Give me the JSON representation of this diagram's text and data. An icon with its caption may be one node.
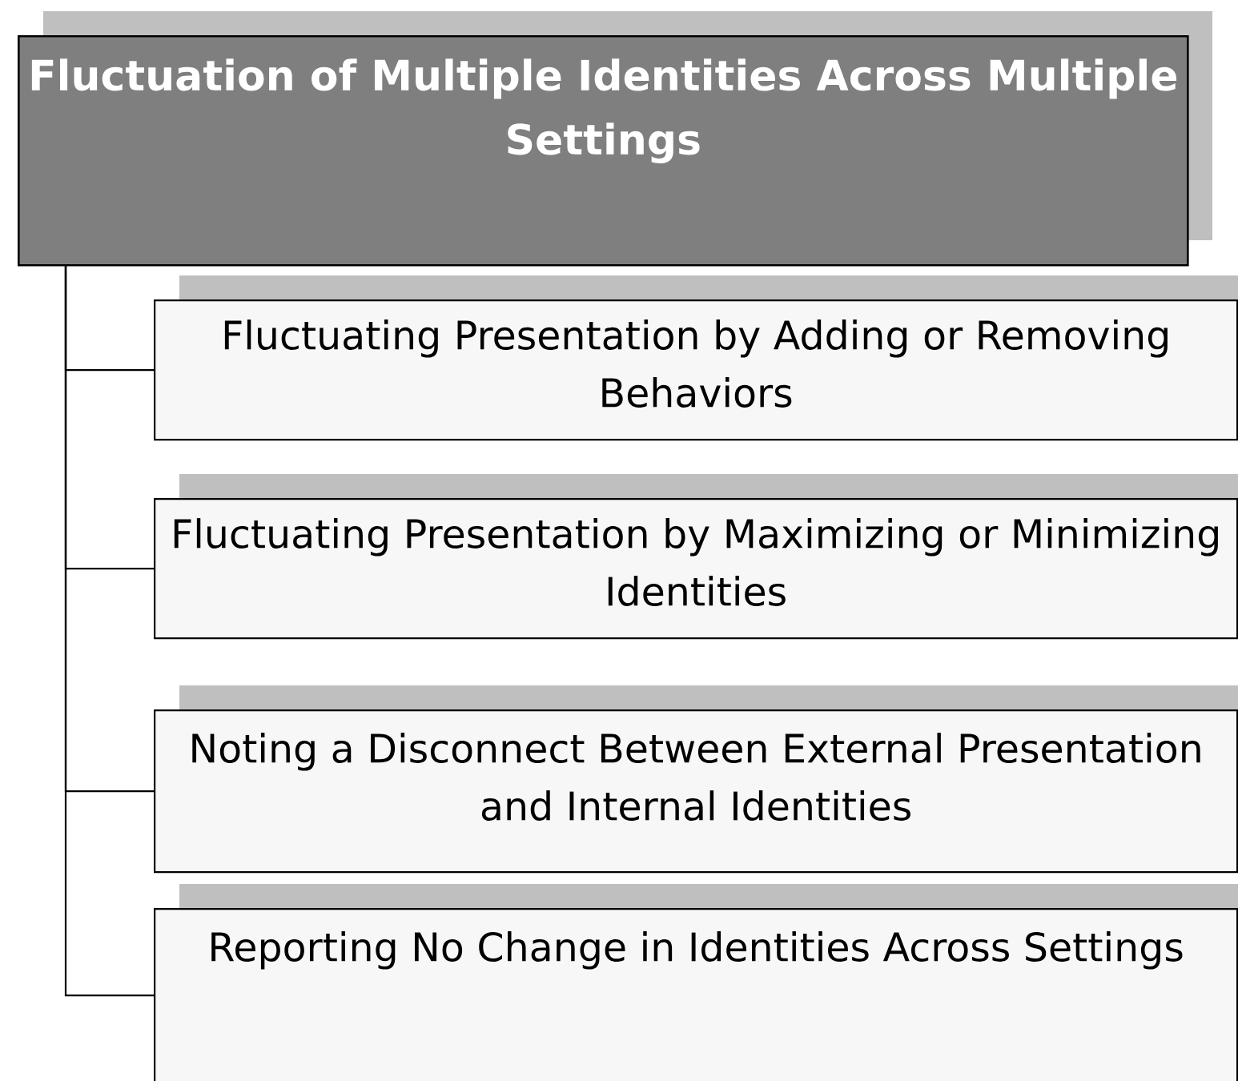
{
  "diagram": {
    "nodes": [
      {
        "text": [
          "Fluctuation of Multiple Identities Across Multiple Settings"
        ]
      },
      {
        "text": [
          "Fluctuating Presentation by Adding or Removing Behaviors"
        ]
      },
      {
        "text": [
          "Fluctuating Presentation by Maximizing or Minimizing Identities"
        ]
      },
      {
        "text": [
          "Noting a Disconnect Between External Presentation and Internal Identities"
        ]
      },
      {
        "text": [
          "Reporting No Change in Identities Across Settings"
        ]
      }
    ],
    "edges": [
      {
        "from": 0,
        "to": 1,
        "arrow": "none"
      },
      {
        "from": 0,
        "to": 2,
        "arrow": "none"
      },
      {
        "from": 0,
        "to": 3,
        "arrow": "none"
      },
      {
        "from": 0,
        "to": 4,
        "arrow": "none"
      }
    ]
  }
}
